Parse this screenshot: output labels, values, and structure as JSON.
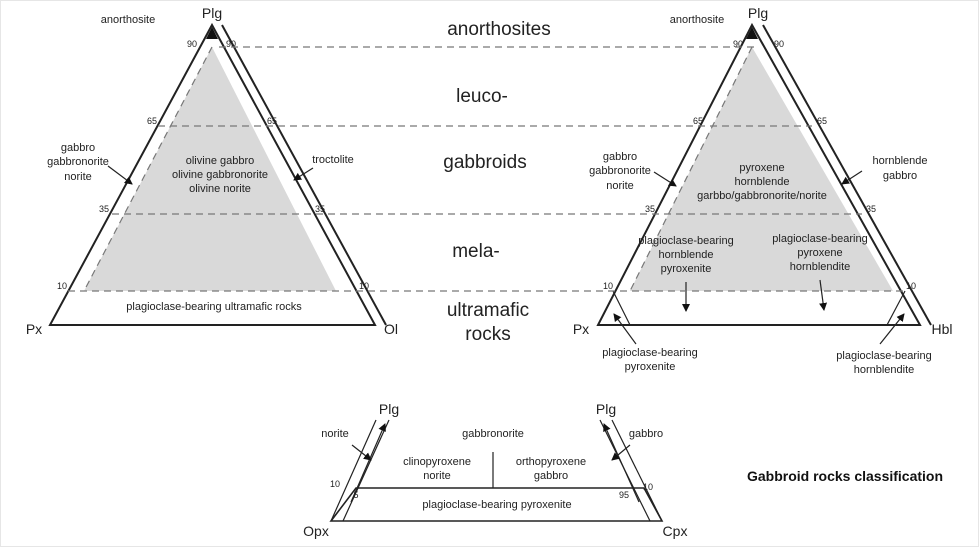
{
  "header_labels": {
    "anorthosites": "anorthosites",
    "leuco": "leuco-",
    "gabbroids": "gabbroids",
    "mela": "mela-",
    "ultramafic_line1": "ultramafic",
    "ultramafic_line2": "rocks"
  },
  "ticks": {
    "t90": "90",
    "t65": "65",
    "t35": "35",
    "t10": "10",
    "t5": "5",
    "t95": "95"
  },
  "left_diagram": {
    "apex": "Plg",
    "left_vertex": "Px",
    "right_vertex": "Ol",
    "anorthosite": "anorthosite",
    "gabbro_group": [
      "gabbro",
      "gabbronorite",
      "norite"
    ],
    "central": [
      "olivine gabbro",
      "olivine gabbronorite",
      "olivine norite"
    ],
    "troctolite": "troctolite",
    "ultramafic_field": "plagioclase-bearing ultramafic rocks"
  },
  "right_diagram": {
    "apex": "Plg",
    "left_vertex": "Px",
    "right_vertex": "Hbl",
    "anorthosite": "anorthosite",
    "gabbro_group": [
      "gabbro",
      "gabbronorite",
      "norite"
    ],
    "central": [
      "pyroxene",
      "hornblende",
      "garbbo/gabbronorite/norite"
    ],
    "hornblende_gabbro": [
      "hornblende",
      "gabbro"
    ],
    "mela_left": [
      "plagioclase-bearing",
      "hornblende",
      "pyroxenite"
    ],
    "mela_right": [
      "plagioclase-bearing",
      "pyroxene",
      "hornblendite"
    ],
    "bottom_left": [
      "plagioclase-bearing",
      "pyroxenite"
    ],
    "bottom_right": [
      "plagioclase-bearing",
      "hornblendite"
    ]
  },
  "bottom_diagram": {
    "left_top": "Plg",
    "right_top": "Plg",
    "left_bottom": "Opx",
    "right_bottom": "Cpx",
    "norite": "norite",
    "gabbronorite": "gabbronorite",
    "gabbro": "gabbro",
    "clinopyroxene_norite": [
      "clinopyroxene",
      "norite"
    ],
    "orthopyroxene_gabbro": [
      "orthopyroxene",
      "gabbro"
    ],
    "pyroxenite": "plagioclase-bearing pyroxenite"
  },
  "caption": "Gabbroid rocks classification"
}
